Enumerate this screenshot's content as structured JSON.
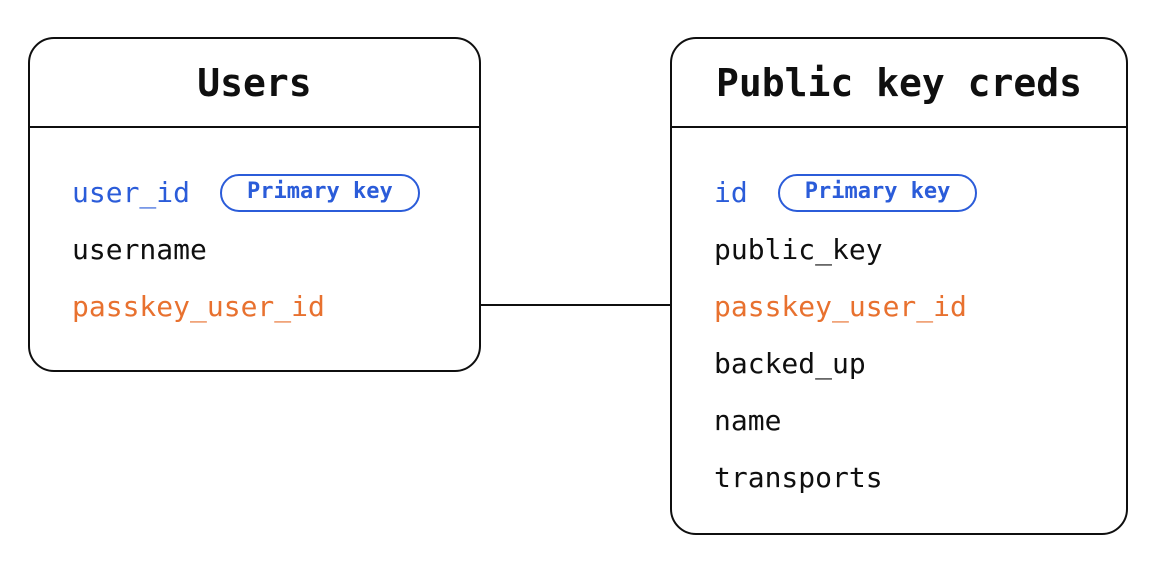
{
  "colors": {
    "primary_key_blue": "#2b5cd9",
    "foreign_key_orange": "#e8712f",
    "line_ink": "#0f0f0f",
    "background": "#ffffff"
  },
  "entities": [
    {
      "title": "Users",
      "fields": [
        {
          "name": "user_id",
          "badge": "Primary key",
          "color": "blue"
        },
        {
          "name": "username",
          "color": "black"
        },
        {
          "name": "passkey_user_id",
          "color": "orange"
        }
      ]
    },
    {
      "title": "Public key creds",
      "fields": [
        {
          "name": "id",
          "badge": "Primary key",
          "color": "blue"
        },
        {
          "name": "public_key",
          "color": "black"
        },
        {
          "name": "passkey_user_id",
          "color": "orange"
        },
        {
          "name": "backed_up",
          "color": "black"
        },
        {
          "name": "name",
          "color": "black"
        },
        {
          "name": "transports",
          "color": "black"
        }
      ]
    }
  ],
  "relationships": [
    {
      "from_entity": "Users",
      "from_field": "passkey_user_id",
      "to_entity": "Public key creds",
      "to_field": "passkey_user_id"
    }
  ]
}
